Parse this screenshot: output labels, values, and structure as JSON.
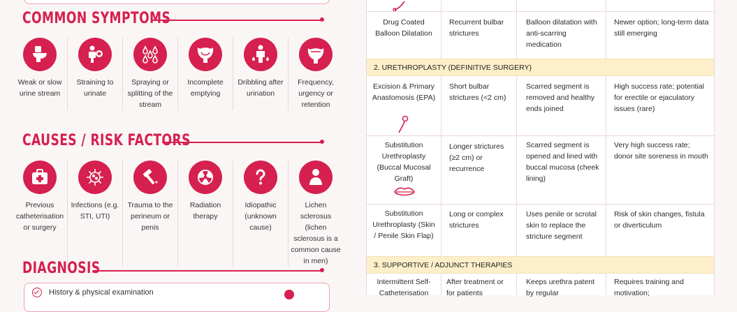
{
  "symptoms": {
    "title": "COMMON SYMPTOMS",
    "items": [
      {
        "icon": "toilet-icon",
        "label": "Weak or slow urine stream"
      },
      {
        "icon": "straining-icon",
        "label": "Straining to urinate"
      },
      {
        "icon": "droplets-icon",
        "label": "Spraying or splitting of the stream"
      },
      {
        "icon": "bladder-icon",
        "label": "Incomplete emptying"
      },
      {
        "icon": "dribbling-icon",
        "label": "Dribbling after urination"
      },
      {
        "icon": "bladder-urgency-icon",
        "label": "Frequency, urgency or retention"
      }
    ]
  },
  "causes": {
    "title": "CAUSES / RISK FACTORS",
    "items": [
      {
        "icon": "first-aid-kit-icon",
        "label": "Previous catheterisation or surgery"
      },
      {
        "icon": "virus-icon",
        "label": "Infections (e.g. STI, UTI)"
      },
      {
        "icon": "hammer-icon",
        "label": "Trauma to the perineum or penis"
      },
      {
        "icon": "radiation-icon",
        "label": "Radiation therapy"
      },
      {
        "icon": "question-mark-icon",
        "label": "Idiopathic (unknown cause)"
      },
      {
        "icon": "person-icon",
        "label": "Lichen sclerosus (lichen sclerosus is a common cause in men)"
      }
    ]
  },
  "diagnosis": {
    "title": "DIAGNOSIS",
    "first_item": "History & physical examination"
  },
  "table": {
    "top_row": {
      "name": "Drug Coated Balloon Dilatation",
      "indication": "Recurrent bulbar strictures",
      "description": "Balloon dilatation with anti-scarring medication",
      "notes": "Newer option; long-term data still emerging"
    },
    "section2": {
      "title": "2. URETHROPLASTY (DEFINITIVE SURGERY)",
      "rows": [
        {
          "name": "Excision & Primary Anastomosis (EPA)",
          "indication": "Short bulbar strictures (<2 cm)",
          "description": "Scarred segment is removed and healthy ends joined",
          "notes": "High success rate; potential for erectile or ejaculatory issues (rare)"
        },
        {
          "name": "Substitution Urethroplasty (Buccal Mucosal Graft)",
          "indication": "Longer strictures (≥2 cm) or recurrence",
          "description": "Scarred segment is opened and lined with buccal mucosa (cheek lining)",
          "notes": "Very high success rate; donor site soreness in mouth"
        },
        {
          "name": "Substitution Urethroplasty (Skin / Penile Skin Flap)",
          "indication": "Long or complex strictures",
          "description": "Uses penile or scrotal skin to replace the stricture segment",
          "notes": "Risk of skin changes, fistula or diverticulum"
        }
      ]
    },
    "section3": {
      "title": "3. SUPPORTIVE / ADJUNCT THERAPIES",
      "rows": [
        {
          "name": "Intermittent Self-Catheterisation",
          "indication": "After treatment or for patients",
          "description": "Keeps urethra patent by regular",
          "notes": "Requires training and motivation;"
        }
      ]
    }
  },
  "colors": {
    "accent": "#d6204f",
    "section_bar": "#fcefc9",
    "border": "#ebd6da"
  }
}
